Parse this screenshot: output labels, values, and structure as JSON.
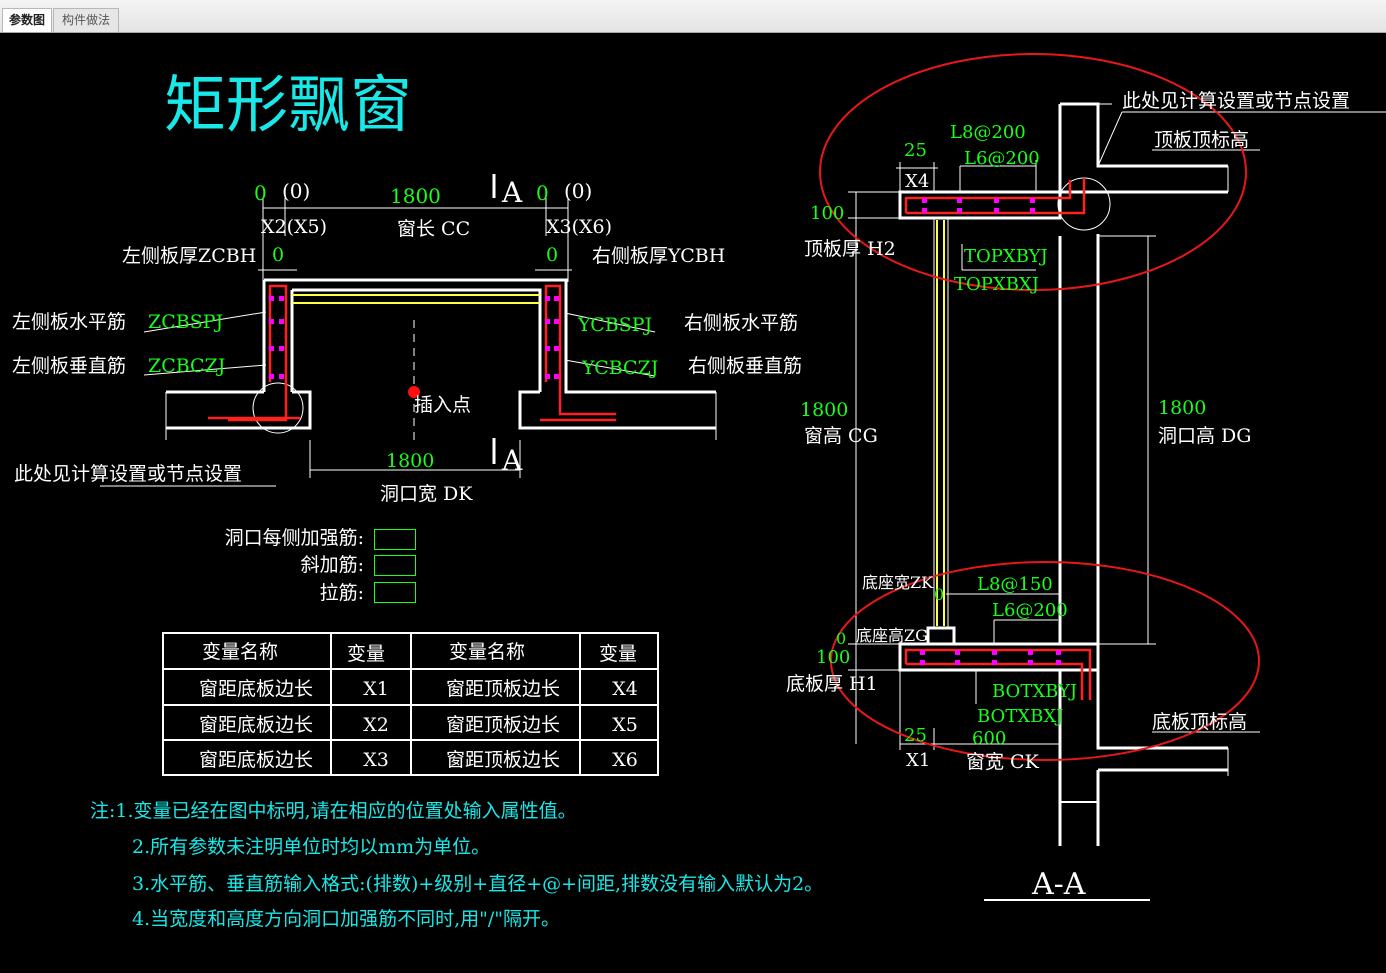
{
  "tabs": [
    {
      "label": "参数图",
      "active": true
    },
    {
      "label": "构件做法",
      "active": false
    }
  ],
  "plan": {
    "title": "矩形飘窗",
    "section_mark": "A",
    "x2_val": "0",
    "x2_paren": "(0)",
    "x3_val": "0",
    "x3_paren": "(0)",
    "window_len_val": "1800",
    "x2_label": "X2(X5)",
    "x3_label": "X3(X6)",
    "window_len_label": "窗长 CC",
    "left_thick_label": "左侧板厚ZCBH",
    "left_thick_val": "0",
    "right_thick_val": "0",
    "right_thick_label": "右侧板厚YCBH",
    "left_h_bar_label": "左侧板水平筋",
    "left_h_bar_code": "ZCBSPJ",
    "left_v_bar_label": "左侧板垂直筋",
    "left_v_bar_code": "ZCBCZJ",
    "right_h_bar_code": "YCBSPJ",
    "right_h_bar_label": "右侧板水平筋",
    "right_v_bar_code": "YCBCZJ",
    "right_v_bar_label": "右侧板垂直筋",
    "insert_point": "插入点",
    "opening_width_val": "1800",
    "opening_width_label": "洞口宽 DK",
    "node_note": "此处见计算设置或节点设置"
  },
  "inputs": [
    {
      "label": "洞口每侧加强筋:",
      "value": ""
    },
    {
      "label": "斜加筋:",
      "value": ""
    },
    {
      "label": "拉筋:",
      "value": ""
    }
  ],
  "table": {
    "headers": [
      "变量名称",
      "变量",
      "变量名称",
      "变量"
    ],
    "rows": [
      [
        "窗距底板边长",
        "X1",
        "窗距顶板边长",
        "X4"
      ],
      [
        "窗距底板边长",
        "X2",
        "窗距顶板边长",
        "X5"
      ],
      [
        "窗距底板边长",
        "X3",
        "窗距顶板边长",
        "X6"
      ]
    ]
  },
  "notes": [
    "注:1.变量已经在图中标明,请在相应的位置处输入属性值。",
    "2.所有参数未注明单位时均以mm为单位。",
    "3.水平筋、垂直筋输入格式:(排数)+级别+直径+@+间距,排数没有输入默认为2。",
    "4.当宽度和高度方向洞口加强筋不同时,用\"/\"隔开。"
  ],
  "section": {
    "node_note": "此处见计算设置或节点设置",
    "top_slab_elev": "顶板顶标高",
    "l8_top": "L8@200",
    "l6_top": "L6@200",
    "dim_25_top": "25",
    "x4": "X4",
    "dim_100_top": "100",
    "top_thick": "顶板厚 H2",
    "topxbyj": "TOPXBYJ",
    "topxbxj": "TOPXBXJ",
    "window_h_val": "1800",
    "window_h_label": "窗高 CG",
    "opening_h_val": "1800",
    "opening_h_label": "洞口高 DG",
    "base_w_label": "底座宽ZK",
    "base_w_val": "0",
    "l8_bot": "L8@150",
    "l6_bot": "L6@200",
    "base_h_label": "底座高ZG",
    "base_h_val": "0",
    "dim_100_bot": "100",
    "bot_thick": "底板厚 H1",
    "botxbyj": "BOTXBYJ",
    "botxbxj": "BOTXBXJ",
    "bot_slab_elev": "底板顶标高",
    "dim_25_bot": "25",
    "window_w_val": "600",
    "x1": "X1",
    "window_w_label": "窗宽 CK",
    "section_title": "A-A"
  },
  "colors": {
    "dim_green": "#18ff18",
    "text_white": "#ffffff",
    "title_cyan": "#18e8e8",
    "rebar_red": "#ff2020",
    "stirrup_magenta": "#ff00ff",
    "glass_yellow": "#ffff44",
    "callout_red": "#e81818"
  }
}
